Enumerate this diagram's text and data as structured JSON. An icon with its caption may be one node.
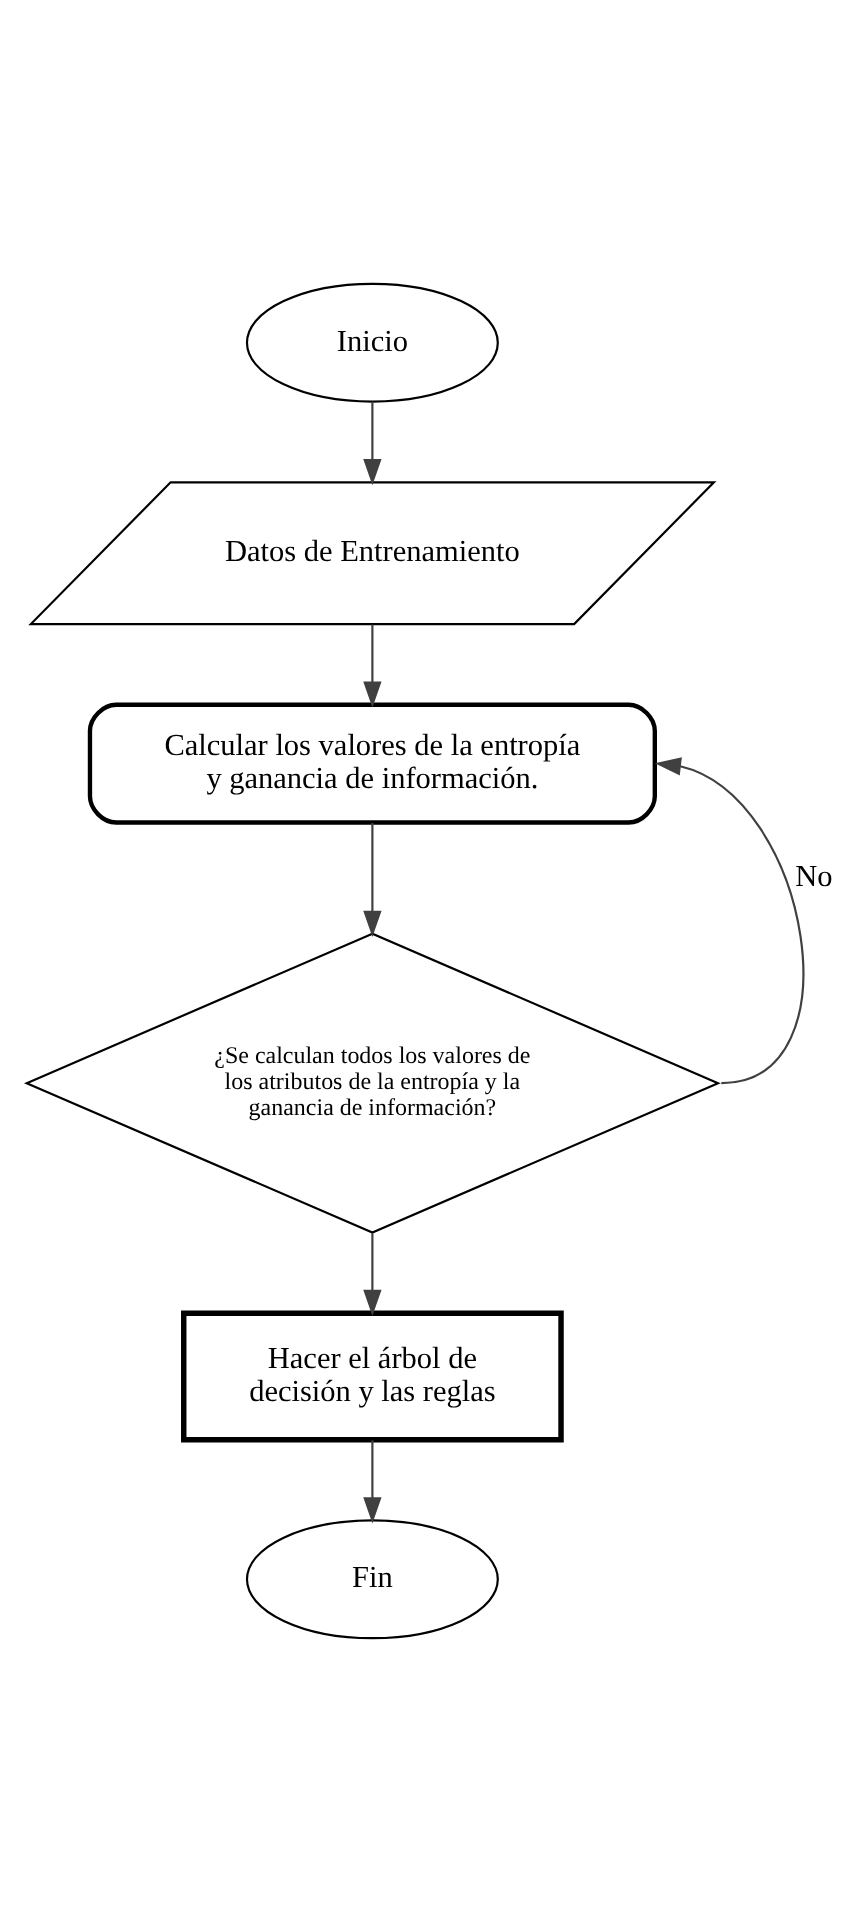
{
  "diagram": {
    "nodes": [
      {
        "text": [
          "Inicio"
        ]
      },
      {
        "text": [
          "Datos de Entrenamiento"
        ]
      },
      {
        "text": [
          "Calcular los valores de la entropía y ganancia de información."
        ]
      },
      {
        "text": [
          "¿Se calculan todos los valores de los atributos de la entropía y la ganancia de información?"
        ]
      },
      {
        "text": [
          "Hacer el árbol de decisión y las reglas"
        ]
      },
      {
        "text": [
          "Fin"
        ]
      }
    ],
    "edges": [
      {
        "from": 0,
        "to": 1,
        "arrow": "to"
      },
      {
        "from": 1,
        "to": 2,
        "arrow": "to"
      },
      {
        "from": 2,
        "to": 3,
        "arrow": "to"
      },
      {
        "from": 3,
        "to": 2,
        "arrow": "to",
        "label": "No"
      },
      {
        "from": 3,
        "to": 4,
        "arrow": "to"
      },
      {
        "from": 4,
        "to": 5,
        "arrow": "to"
      }
    ]
  }
}
